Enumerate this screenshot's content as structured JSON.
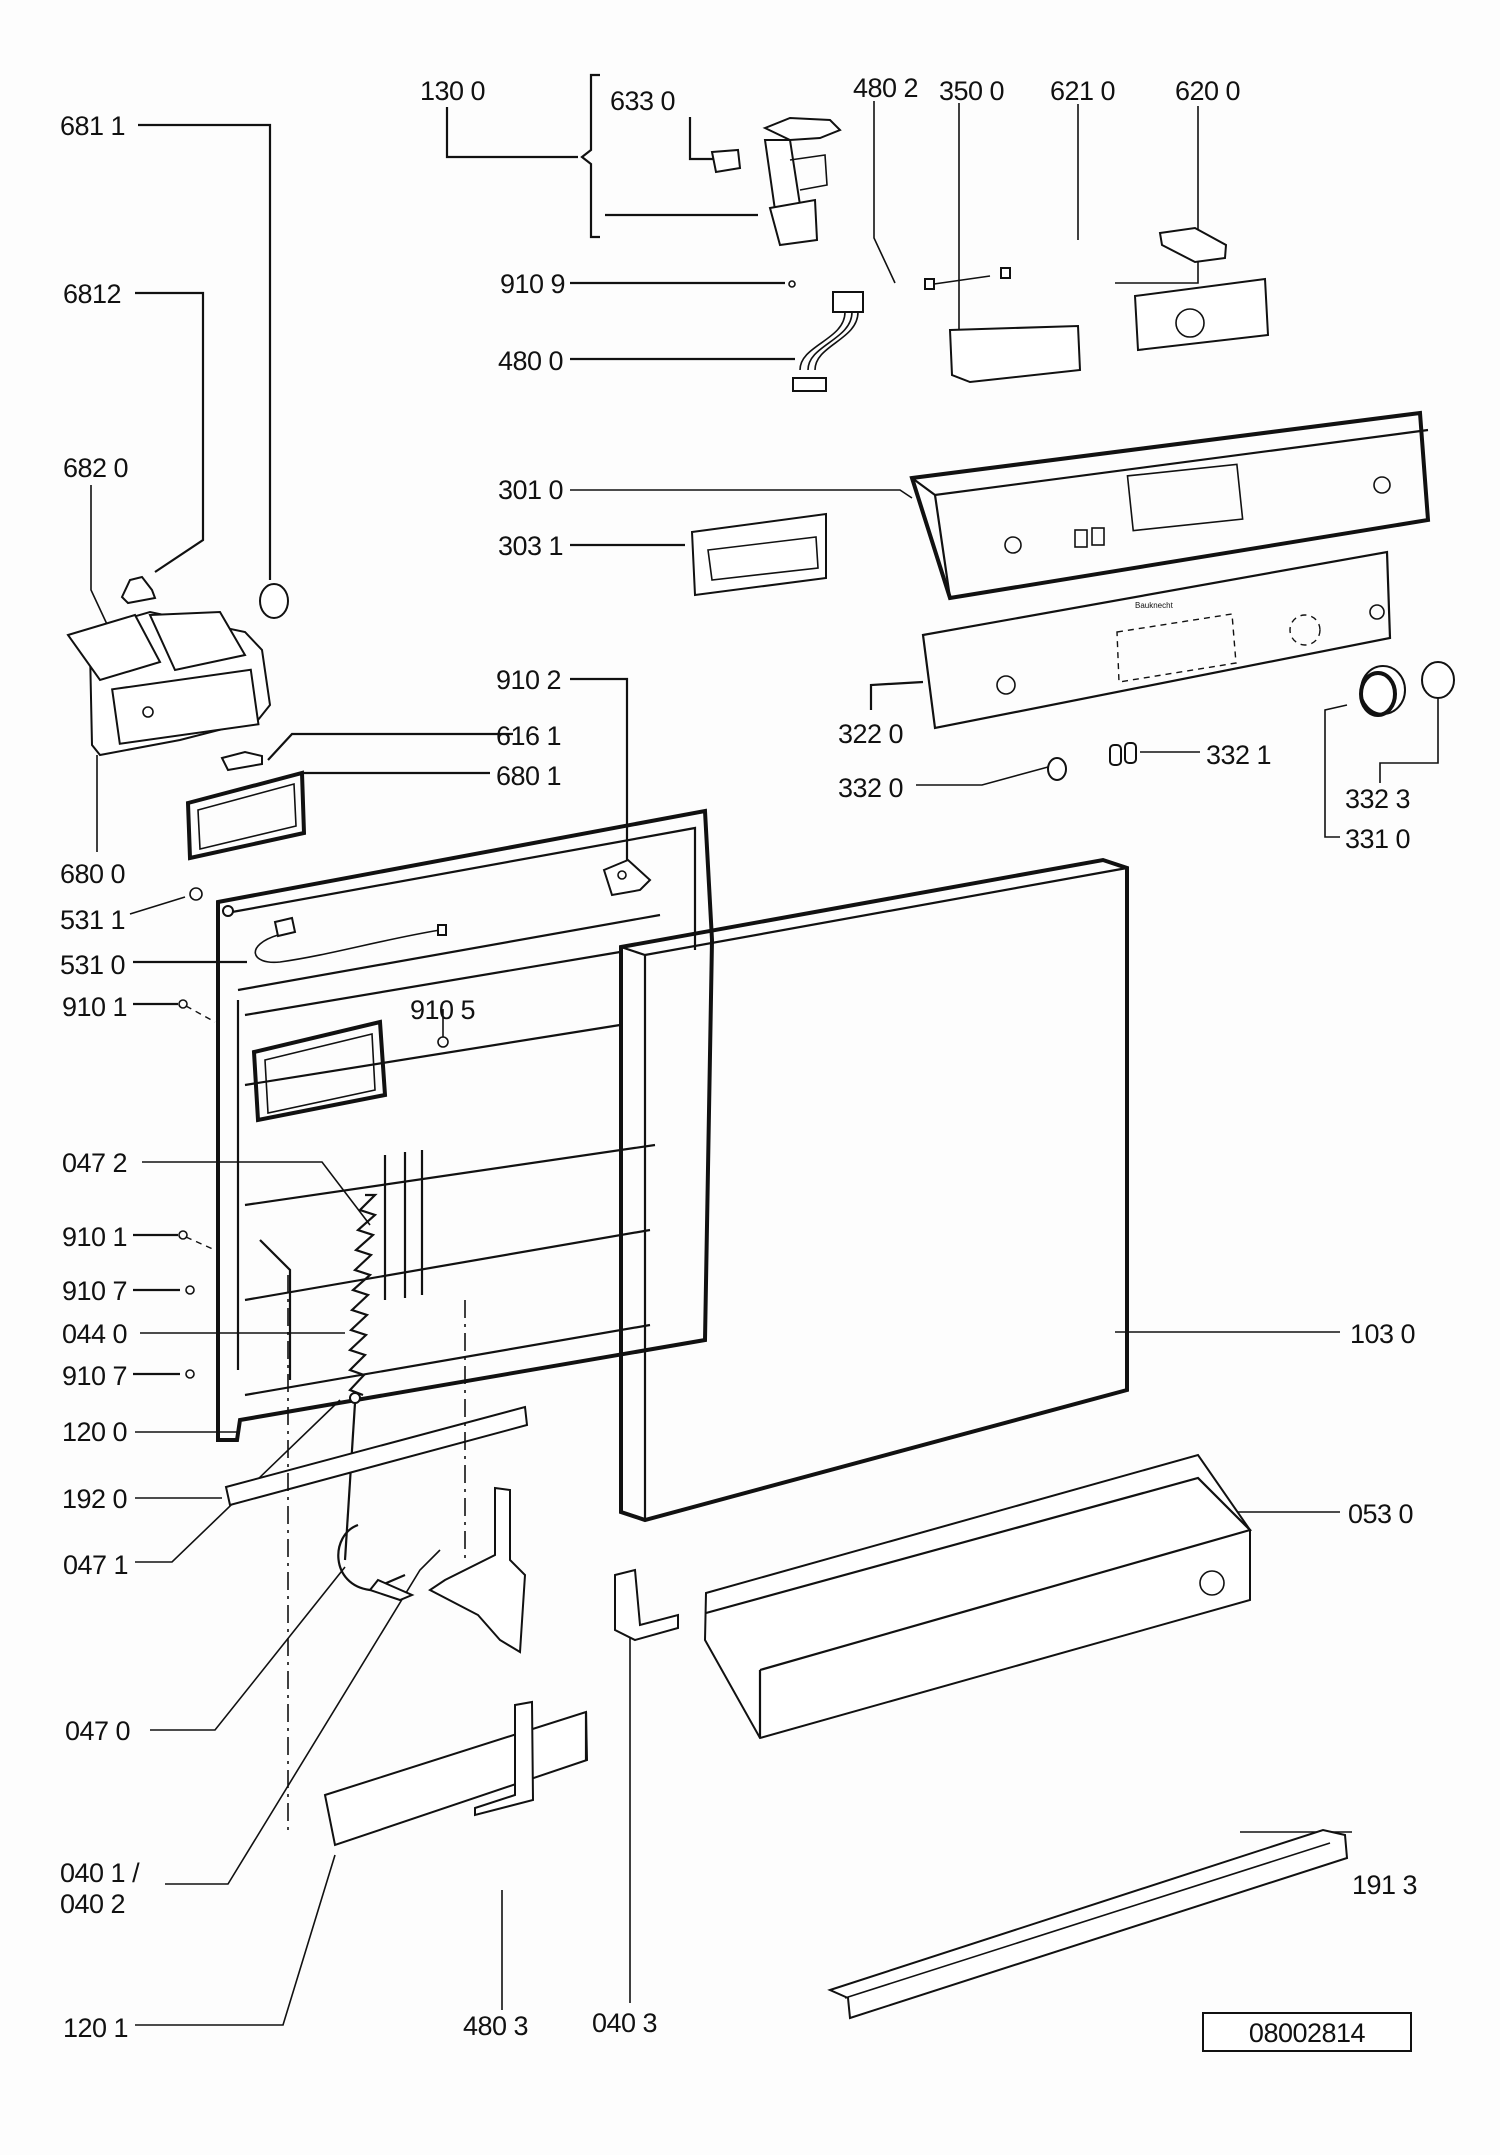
{
  "diagram": {
    "title": "Dishwasher door & control panel exploded parts diagram",
    "reference_number": "08002814",
    "parts": {
      "p6811": "681 1",
      "p6812": "6812",
      "p6820": "682 0",
      "p6800": "680 0",
      "p1300": "130 0",
      "p6330": "633 0",
      "p9109": "910 9",
      "p4800": "480 0",
      "p4802": "480 2",
      "p3500": "350 0",
      "p6210": "621 0",
      "p6200": "620 0",
      "p3010": "301 0",
      "p3031": "303 1",
      "p9102": "910 2",
      "p6161": "616 1",
      "p6801": "680 1",
      "p3220": "322 0",
      "p3320": "332 0",
      "p3321": "332 1",
      "p3323": "332 3",
      "p3310": "331 0",
      "p5311": "531 1",
      "p5310": "531 0",
      "p9101a": "910 1",
      "p9105": "910 5",
      "p0472": "047 2",
      "p9101b": "910 1",
      "p9107a": "910 7",
      "p0440": "044 0",
      "p9107b": "910 7",
      "p1200": "120 0",
      "p1920": "192 0",
      "p0471": "047 1",
      "p0470": "047 0",
      "p0401": "040 1 /",
      "p0402": "040 2",
      "p1201": "120 1",
      "p4803": "480 3",
      "p0403": "040 3",
      "p1030": "103 0",
      "p0530": "053 0",
      "p1913": "191 3"
    }
  }
}
